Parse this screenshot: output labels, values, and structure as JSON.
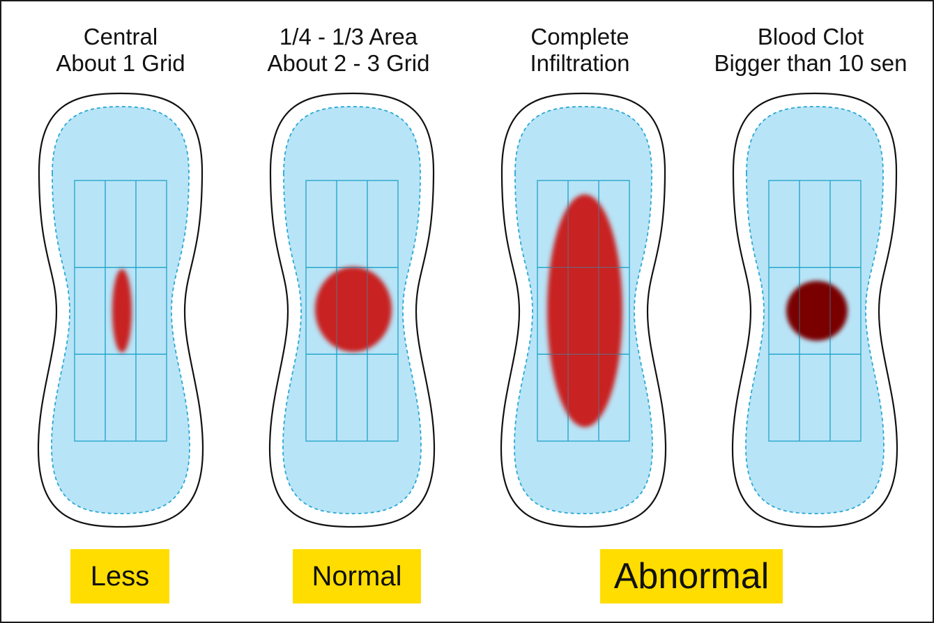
{
  "colors": {
    "outline": "#111111",
    "core_fill": "#b8e4f7",
    "dash_line": "#29a8d2",
    "grid_line": "#1ea4c9",
    "blood": "#c82020",
    "clot": "#7a0606",
    "badge_bg": "#ffdd00"
  },
  "pads": [
    {
      "title_lines": [
        "Central",
        "About 1 Grid"
      ],
      "stain": "small-streak"
    },
    {
      "title_lines": [
        "1/4 - 1/3 Area",
        "About 2 - 3 Grid"
      ],
      "stain": "round-medium"
    },
    {
      "title_lines": [
        "Complete",
        "Infiltration"
      ],
      "stain": "large-oval"
    },
    {
      "title_lines": [
        "Blood Clot",
        "Bigger than 10 sen"
      ],
      "stain": "dark-clot"
    }
  ],
  "labels": {
    "less": "Less",
    "normal": "Normal",
    "abnormal": "Abnormal"
  }
}
